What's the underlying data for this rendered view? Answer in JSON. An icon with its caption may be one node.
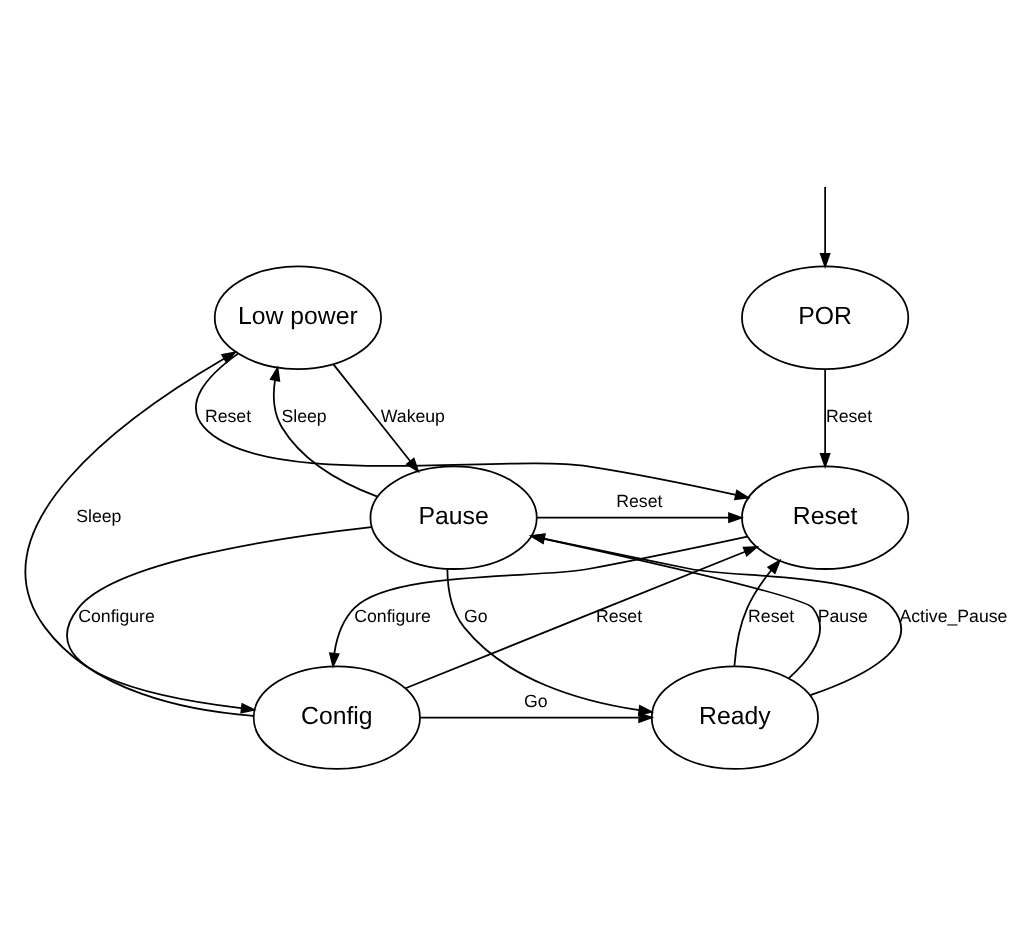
{
  "diagram": {
    "nodes": [
      {
        "text": [
          "POR"
        ]
      },
      {
        "text": [
          "Low power"
        ]
      },
      {
        "text": [
          "Reset"
        ]
      },
      {
        "text": [
          "Pause"
        ]
      },
      {
        "text": [
          "Config"
        ]
      },
      {
        "text": [
          "Ready"
        ]
      }
    ],
    "edges": [
      {
        "from": null,
        "to": 0,
        "arrow": "to"
      },
      {
        "from": 0,
        "to": 2,
        "arrow": "to",
        "label": "Reset"
      },
      {
        "from": 1,
        "to": 2,
        "arrow": "to",
        "label": "Reset"
      },
      {
        "from": 3,
        "to": 2,
        "arrow": "to",
        "label": "Reset"
      },
      {
        "from": 5,
        "to": 2,
        "arrow": "to",
        "label": "Reset"
      },
      {
        "from": 2,
        "to": 4,
        "arrow": "to",
        "label": "Configure"
      },
      {
        "from": 4,
        "to": 2,
        "arrow": "to",
        "label": "Reset"
      },
      {
        "from": 4,
        "to": 1,
        "arrow": "to",
        "label": "Sleep"
      },
      {
        "from": 3,
        "to": 4,
        "arrow": "to",
        "label": "Configure"
      },
      {
        "from": 4,
        "to": 5,
        "arrow": "to",
        "label": "Go"
      },
      {
        "from": 3,
        "to": 1,
        "arrow": "to",
        "label": "Sleep"
      },
      {
        "from": 1,
        "to": 3,
        "arrow": "to",
        "label": "Wakeup"
      },
      {
        "from": 5,
        "to": 3,
        "arrow": "to",
        "label": "Pause"
      },
      {
        "from": 3,
        "to": 5,
        "arrow": "to",
        "label": "Go"
      },
      {
        "from": 5,
        "to": 3,
        "arrow": "to",
        "label": "Active_Pause"
      }
    ]
  }
}
